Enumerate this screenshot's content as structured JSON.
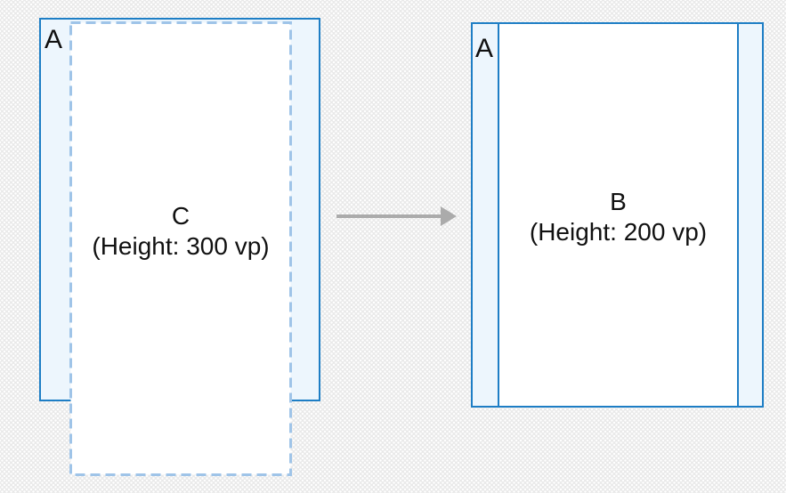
{
  "figure": {
    "left": {
      "container_label": "A",
      "content": {
        "label": "C",
        "detail": "(Height: 300 vp)"
      }
    },
    "right": {
      "container_label": "A",
      "content": {
        "label": "B",
        "detail": "(Height: 200 vp)"
      }
    },
    "colors": {
      "border_blue": "#1E7EC5",
      "panel_fill": "#EDF6FD",
      "dashed_border": "#9FC4E8",
      "arrow_gray": "#ABABAB",
      "background_base": "#E9E9E9",
      "text": "#111111"
    }
  }
}
